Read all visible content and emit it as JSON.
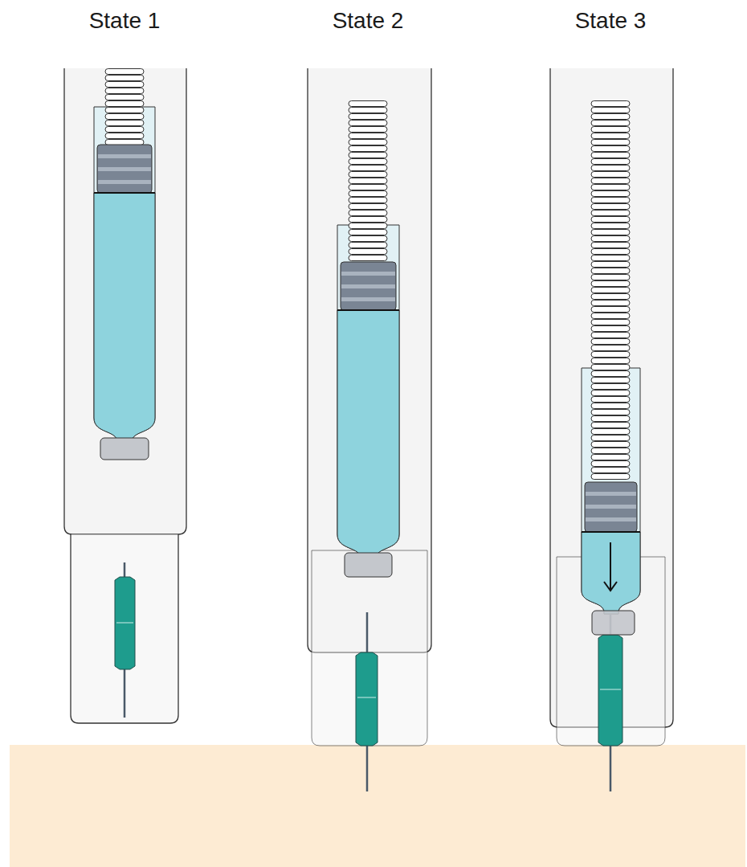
{
  "diagram": {
    "labels": [
      "State 1",
      "State 2",
      "State 3"
    ]
  }
}
